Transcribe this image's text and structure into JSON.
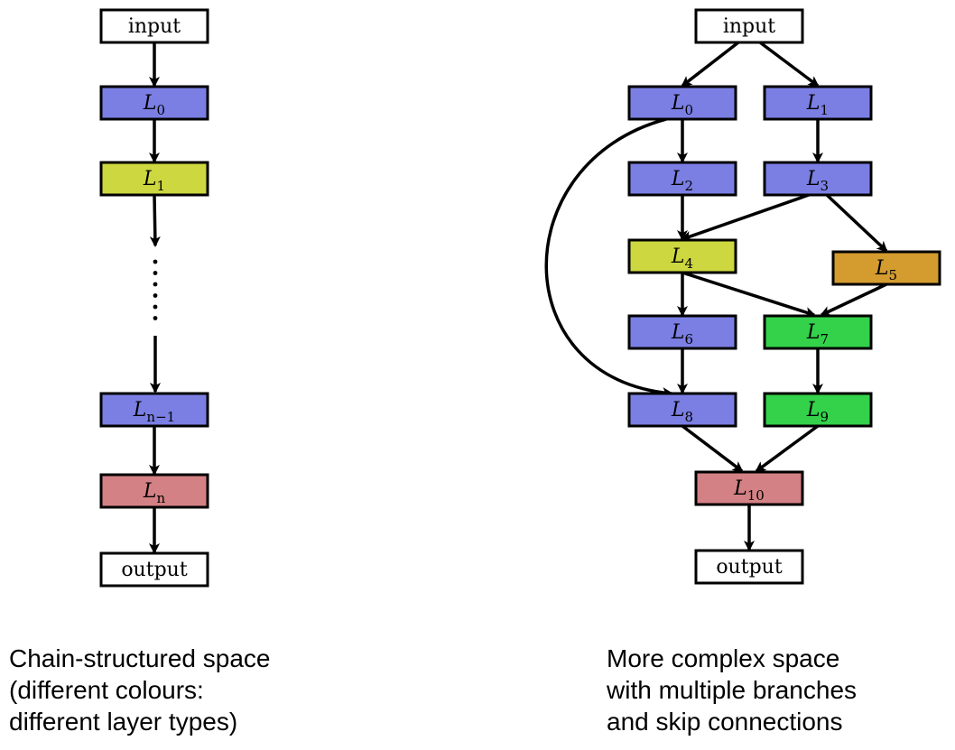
{
  "colors": {
    "io": "#ffffff",
    "blue": "#7b7fe4",
    "yellow": "#cdd73f",
    "orange": "#d49b2f",
    "green": "#33d24a",
    "pink": "#d38185",
    "stroke": "#000000"
  },
  "left": {
    "nodes": [
      {
        "id": "input",
        "text": "input",
        "color": "io"
      },
      {
        "id": "L0",
        "main": "L",
        "sub": "0",
        "color": "blue"
      },
      {
        "id": "L1",
        "main": "L",
        "sub": "1",
        "color": "yellow"
      },
      {
        "id": "Ln1",
        "main": "L",
        "sub": "n−1",
        "color": "blue"
      },
      {
        "id": "Ln",
        "main": "L",
        "sub": "n",
        "color": "pink"
      },
      {
        "id": "output",
        "text": "output",
        "color": "io"
      }
    ],
    "edges": [
      [
        "input",
        "L0"
      ],
      [
        "L0",
        "L1"
      ],
      [
        "L1",
        "dots"
      ],
      [
        "dots",
        "Ln1"
      ],
      [
        "Ln1",
        "Ln"
      ],
      [
        "Ln",
        "output"
      ]
    ],
    "caption": [
      "Chain-structured space",
      "(different colours:",
      "different layer types)"
    ]
  },
  "right": {
    "nodes": [
      {
        "id": "input",
        "text": "input",
        "color": "io"
      },
      {
        "id": "L0",
        "main": "L",
        "sub": "0",
        "color": "blue"
      },
      {
        "id": "L1",
        "main": "L",
        "sub": "1",
        "color": "blue"
      },
      {
        "id": "L2",
        "main": "L",
        "sub": "2",
        "color": "blue"
      },
      {
        "id": "L3",
        "main": "L",
        "sub": "3",
        "color": "blue"
      },
      {
        "id": "L4",
        "main": "L",
        "sub": "4",
        "color": "yellow"
      },
      {
        "id": "L5",
        "main": "L",
        "sub": "5",
        "color": "orange"
      },
      {
        "id": "L6",
        "main": "L",
        "sub": "6",
        "color": "blue"
      },
      {
        "id": "L7",
        "main": "L",
        "sub": "7",
        "color": "green"
      },
      {
        "id": "L8",
        "main": "L",
        "sub": "8",
        "color": "blue"
      },
      {
        "id": "L9",
        "main": "L",
        "sub": "9",
        "color": "green"
      },
      {
        "id": "L10",
        "main": "L",
        "sub": "10",
        "color": "pink"
      },
      {
        "id": "output",
        "text": "output",
        "color": "io"
      }
    ],
    "edges": [
      [
        "input",
        "L0"
      ],
      [
        "input",
        "L1"
      ],
      [
        "L0",
        "L2"
      ],
      [
        "L1",
        "L3"
      ],
      [
        "L2",
        "L4"
      ],
      [
        "L3",
        "L4"
      ],
      [
        "L3",
        "L5"
      ],
      [
        "L4",
        "L6"
      ],
      [
        "L4",
        "L7"
      ],
      [
        "L5",
        "L7"
      ],
      [
        "L6",
        "L8"
      ],
      [
        "L7",
        "L9"
      ],
      [
        "L0",
        "L8"
      ],
      [
        "L8",
        "L10"
      ],
      [
        "L9",
        "L10"
      ],
      [
        "L10",
        "output"
      ]
    ],
    "caption": [
      "More complex space",
      "with multiple branches",
      "and skip connections"
    ]
  }
}
